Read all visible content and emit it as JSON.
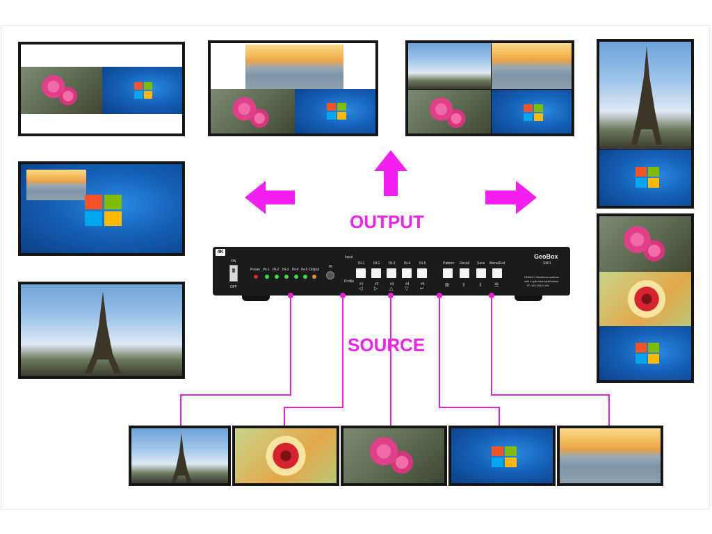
{
  "labels": {
    "output": "OUTPUT",
    "source": "SOURCE"
  },
  "device": {
    "badge": "4K",
    "brand": "GeoBox",
    "model": "S901",
    "on": "ON",
    "off": "OFF",
    "ir": "IR",
    "power": "Power",
    "leds": [
      "IN-1",
      "IN-2",
      "IN-3",
      "IN-4",
      "IN-5",
      "Output"
    ],
    "input_label": "Input",
    "inputs": [
      "IN-1",
      "IN-2",
      "IN-3",
      "IN-4",
      "IN-5"
    ],
    "profile_label": "Profile",
    "profiles": [
      "#1",
      "#2",
      "#3",
      "#4",
      "#5"
    ],
    "right_keys": [
      "Pattern",
      "Recall",
      "Save",
      "Menu/Exit"
    ],
    "desc1": "HDMI2.0 Seamless switcher",
    "desc2": "with 4 split view MultiViewer",
    "desc3": "IP: 192.168.0.100"
  },
  "colors": {
    "accent": "#e81fd9",
    "device_body": "#1b1b1c",
    "led_red": "#e22424",
    "led_green": "#36e036",
    "led_orange": "#f08a1e"
  }
}
